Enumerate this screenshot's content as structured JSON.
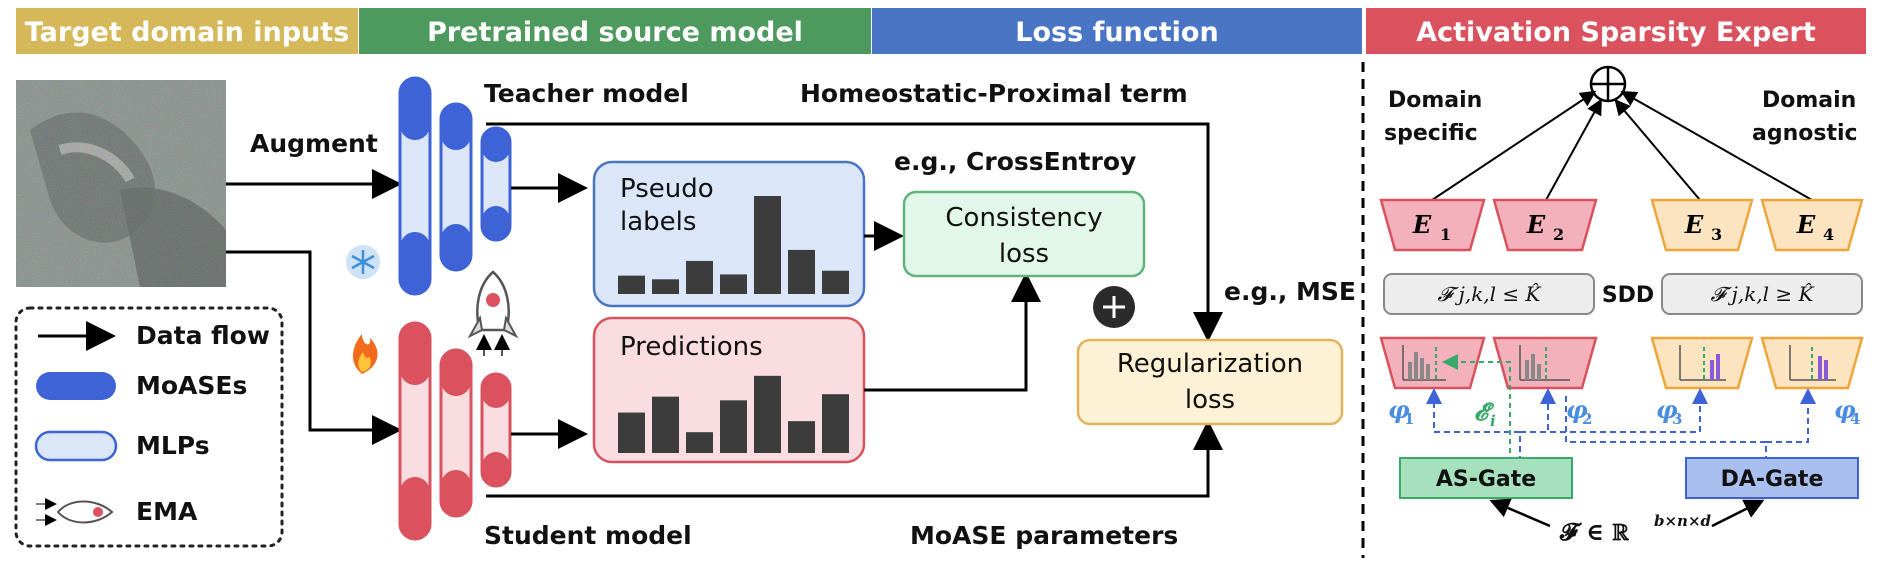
{
  "headers": {
    "inputs": "Target domain inputs",
    "source_model": "Pretrained source model",
    "loss": "Loss function",
    "expert": "Activation Sparsity Expert"
  },
  "labels": {
    "augment": "Augment",
    "teacher": "Teacher model",
    "student": "Student model",
    "homeostatic": "Homeostatic-Proximal term",
    "moase_params": "MoASE parameters",
    "crossentropy": "e.g., CrossEntroy",
    "mse": "e.g., MSE"
  },
  "boxes": {
    "pseudo_line1": "Pseudo",
    "pseudo_line2": "labels",
    "predictions": "Predictions",
    "consistency_line1": "Consistency",
    "consistency_line2": "loss",
    "regularization_line1": "Regularization",
    "regularization_line2": "loss"
  },
  "legend": {
    "data_flow": "Data flow",
    "moases": "MoASEs",
    "mlps": "MLPs",
    "ema": "EMA"
  },
  "expert": {
    "domain_specific_1": "Domain",
    "domain_specific_2": "specific",
    "domain_agnostic_1": "Domain",
    "domain_agnostic_2": "agnostic",
    "e1": "E",
    "e1_sub": "1",
    "e2": "E",
    "e2_sub": "2",
    "e3": "E",
    "e3_sub": "3",
    "e4": "E",
    "e4_sub": "4",
    "cond_left": "𝓕 j,k,l ≤ K̂",
    "cond_right": "𝓕 j,k,l ≥ K̂",
    "sdd": "SDD",
    "phi1": "φ",
    "phi1_sub": "1",
    "phi2": "φ",
    "phi2_sub": "2",
    "phi3": "φ",
    "phi3_sub": "3",
    "phi4": "φ",
    "phi4_sub": "4",
    "eps": "𝓔",
    "eps_sub": "i",
    "as_gate": "AS-Gate",
    "da_gate": "DA-Gate",
    "feature": "𝓕 ∈ ℝ",
    "feature_sup": "b×n×d",
    "sum_symbol": "⊕"
  },
  "colors": {
    "inputs_header": "#d4b85a",
    "source_header": "#4e9a5e",
    "loss_header": "#4a74c4",
    "expert_header": "#d9525e",
    "teacher_blue": "#3d63d6",
    "student_red": "#d9525e",
    "pseudo_fill": "#dbe6f8",
    "pred_fill": "#f9dde0",
    "consistency_fill": "#e3f6ea",
    "regularization_fill": "#fdf2d6",
    "as_gate_fill": "#a7e0bc",
    "da_gate_fill": "#a8bfef",
    "expert_red_fill": "#f3b1bb",
    "expert_orange_fill": "#fde4c0"
  },
  "chart_data": [
    {
      "type": "bar",
      "name": "",
      "values": [
        1.5,
        1.2,
        2.7,
        1.6,
        8.0,
        3.6,
        1.9
      ]
    },
    {
      "type": "bar",
      "name": "",
      "values": [
        3.3,
        4.6,
        1.7,
        4.3,
        6.3,
        2.6,
        4.8
      ]
    }
  ]
}
